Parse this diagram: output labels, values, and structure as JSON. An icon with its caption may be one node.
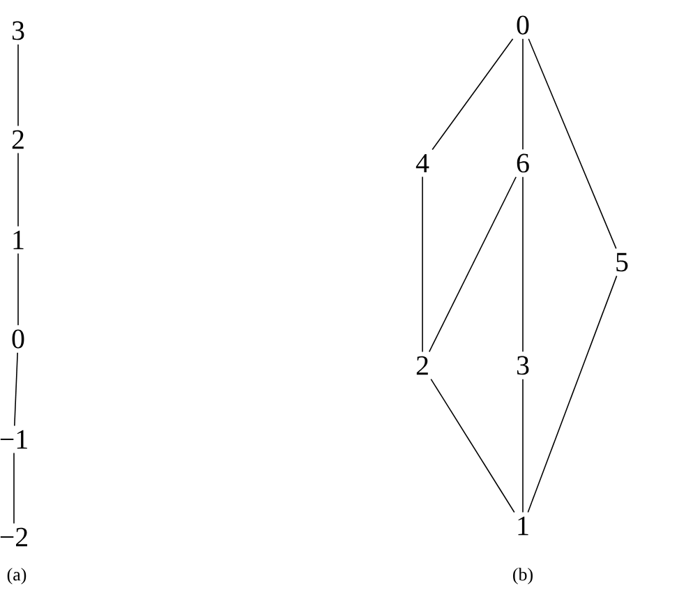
{
  "diagram": {
    "nodes": [
      {
        "text": [
          "3"
        ]
      },
      {
        "text": [
          "2"
        ]
      },
      {
        "text": [
          "1"
        ]
      },
      {
        "text": [
          "0"
        ]
      },
      {
        "text": [
          "−1"
        ]
      },
      {
        "text": [
          "−2"
        ]
      },
      {
        "text": [
          "0"
        ]
      },
      {
        "text": [
          "4"
        ]
      },
      {
        "text": [
          "6"
        ]
      },
      {
        "text": [
          "5"
        ]
      },
      {
        "text": [
          "2"
        ]
      },
      {
        "text": [
          "3"
        ]
      },
      {
        "text": [
          "1"
        ]
      }
    ],
    "edges": [
      {
        "from": 0,
        "to": 1,
        "arrow": "none"
      },
      {
        "from": 1,
        "to": 2,
        "arrow": "none"
      },
      {
        "from": 2,
        "to": 3,
        "arrow": "none"
      },
      {
        "from": 3,
        "to": 4,
        "arrow": "none"
      },
      {
        "from": 4,
        "to": 5,
        "arrow": "none"
      },
      {
        "from": 6,
        "to": 7,
        "arrow": "none"
      },
      {
        "from": 6,
        "to": 8,
        "arrow": "none"
      },
      {
        "from": 6,
        "to": 9,
        "arrow": "none"
      },
      {
        "from": 7,
        "to": 10,
        "arrow": "none"
      },
      {
        "from": 8,
        "to": 10,
        "arrow": "none"
      },
      {
        "from": 8,
        "to": 11,
        "arrow": "none"
      },
      {
        "from": 10,
        "to": 12,
        "arrow": "none"
      },
      {
        "from": 11,
        "to": 12,
        "arrow": "none"
      },
      {
        "from": 9,
        "to": 12,
        "arrow": "none"
      }
    ],
    "labels": [
      "(a)",
      "(b)"
    ]
  }
}
